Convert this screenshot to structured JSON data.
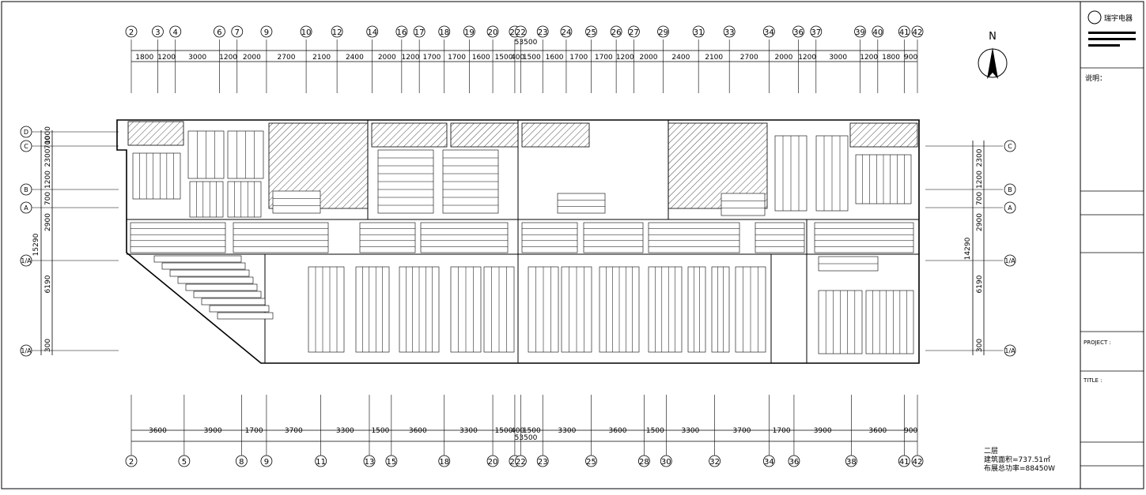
{
  "drawing": {
    "top_axis_labels": [
      "2",
      "3",
      "4",
      "6",
      "7",
      "9",
      "10",
      "12",
      "14",
      "16",
      "17",
      "18",
      "19",
      "20",
      "21",
      "22",
      "23",
      "24",
      "25",
      "26",
      "27",
      "29",
      "31",
      "33",
      "34",
      "36",
      "37",
      "39",
      "40",
      "41",
      "42"
    ],
    "top_dims": [
      "1800",
      "1200",
      "3000",
      "1200",
      "2000",
      "2700",
      "2100",
      "2400",
      "2000",
      "1200",
      "1700",
      "1700",
      "1600",
      "1500",
      "400",
      "1500",
      "1600",
      "1700",
      "1700",
      "1200",
      "2000",
      "2400",
      "2100",
      "2700",
      "2000",
      "1200",
      "3000",
      "1200",
      "1800",
      "900"
    ],
    "top_total": "53500",
    "bottom_axis_labels": [
      "2",
      "5",
      "8",
      "9",
      "11",
      "13",
      "15",
      "18",
      "20",
      "21",
      "22",
      "23",
      "25",
      "28",
      "30",
      "32",
      "34",
      "36",
      "38",
      "41",
      "42"
    ],
    "bottom_dims": [
      "3600",
      "3900",
      "1700",
      "3700",
      "3300",
      "1500",
      "3600",
      "3300",
      "1500",
      "400",
      "1500",
      "3300",
      "3600",
      "1500",
      "3300",
      "3700",
      "1700",
      "3900",
      "3600",
      "900"
    ],
    "bottom_total": "53500",
    "row_labels": [
      "D",
      "C",
      "B",
      "A",
      "1/A",
      "1/A"
    ],
    "left_dims": [
      "1000",
      "700",
      "2300",
      "1200",
      "700",
      "2900",
      "6190",
      "300"
    ],
    "left_total": "15290",
    "right_dims": [
      "2300",
      "1200",
      "700",
      "2900",
      "6190",
      "300"
    ],
    "right_total": "14290",
    "north_label": "N",
    "floor_title": "二层",
    "area_text": "建筑面积=737.51㎡",
    "power_text": "布展总功率=88450W"
  },
  "title_block": {
    "company": "瑞宇电器",
    "notes_heading": "说明：",
    "project_label": "PROJECT :",
    "title_label": "TITLE :"
  },
  "colors": {
    "line": "#000000",
    "paper": "#ffffff"
  }
}
